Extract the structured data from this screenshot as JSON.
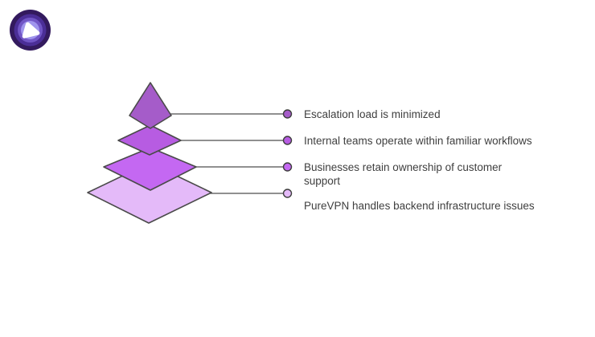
{
  "page": {
    "background": "#ffffff"
  },
  "logo": {
    "name": "PureVPN",
    "colors": {
      "outer": "#331a5e",
      "ring2": "#4b2e97",
      "ring3": "#7156c6",
      "inner": "#a095ed",
      "mark": "#ffffff"
    }
  },
  "diagram": {
    "type": "pyramid",
    "levels": 4,
    "stroke_color": "#4a4a4a",
    "connector_color": "#4d4d4d",
    "text_color": "#3f3f3f",
    "layers": [
      {
        "rank": 1,
        "label": "Escalation load is minimized",
        "color": "#a55cc9"
      },
      {
        "rank": 2,
        "label": "Internal teams operate within familiar workflows",
        "color": "#b75ce2"
      },
      {
        "rank": 3,
        "label": "Businesses retain ownership of customer support",
        "color": "#c468f2"
      },
      {
        "rank": 4,
        "label": "PureVPN handles backend infrastructure issues",
        "color": "#e4baf9"
      }
    ]
  }
}
